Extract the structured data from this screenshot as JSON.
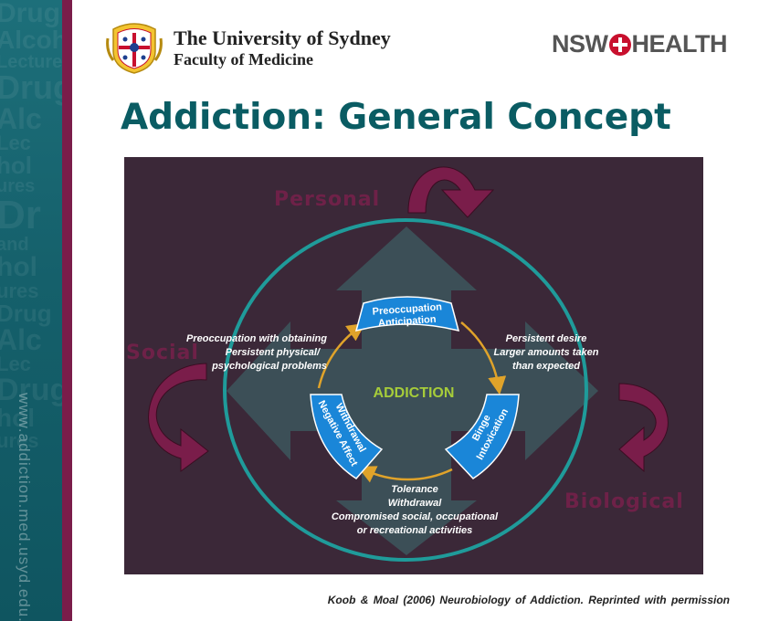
{
  "sidebar": {
    "url_text": "www.addiction.med.usyd.edu.au",
    "watermark_lines": [
      "Drug",
      "Alcohol",
      "Lecture",
      "Drug",
      "Alc",
      "Lec",
      "hol",
      "ures",
      "Dr",
      "and",
      "hol",
      "ures",
      "Drug",
      "Alc",
      "Lec",
      "Drug",
      "hol",
      "ures"
    ]
  },
  "header": {
    "university_name": "The University of Sydney",
    "faculty": "Faculty of Medicine",
    "nsw_left": "NSW",
    "nsw_right": "HEALTH"
  },
  "title": "Addiction: General Concept",
  "diagram": {
    "outer_labels": {
      "personal": "Personal",
      "social": "Social",
      "biological": "Biological"
    },
    "center": "ADDICTION",
    "stages": {
      "preoccupation": [
        "Preoccupation",
        "Anticipation"
      ],
      "binge": [
        "Binge",
        "Intoxication"
      ],
      "withdrawal": [
        "Withdrawal",
        "Negative Affect"
      ]
    },
    "notes": {
      "left": [
        "Preoccupation with obtaining",
        "Persistent physical/",
        "psychological problems"
      ],
      "right": [
        "Persistent desire",
        "Larger amounts taken",
        "than expected"
      ],
      "bottom": [
        "Tolerance",
        "Withdrawal",
        "Compromised social, occupational",
        "or recreational activities"
      ]
    },
    "colors": {
      "background": "#3b2838",
      "ring": "#1f9b9a",
      "stage_fill": "#1a86d8",
      "center_text": "#a6cc3a",
      "cycle_arrow": "#e0a32a",
      "outer_arrow": "#7a1d4a",
      "outer_label": "#6e2148"
    }
  },
  "citation": "Koob & Moal (2006) Neurobiology of Addiction. Reprinted with permission"
}
